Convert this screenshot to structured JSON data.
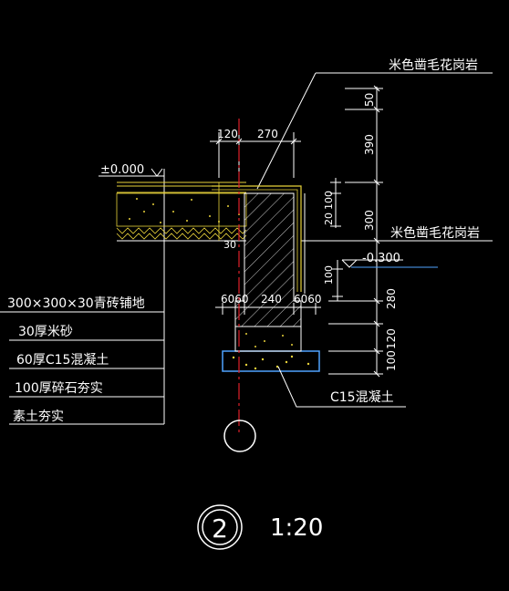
{
  "labels": {
    "granite_top": "米色凿毛花岗岩",
    "granite_side": "米色凿毛花岗岩",
    "elevation_zero": "±0.000",
    "elevation_low": "-0.300",
    "concrete_c15": "C15混凝土"
  },
  "layers": [
    "300×300×30青砖铺地",
    "30厚米砂",
    "60厚C15混凝土",
    "100厚碎石夯实",
    "素土夯实"
  ],
  "dims": {
    "top_120": "120",
    "top_270": "270",
    "right_50": "50",
    "right_390": "390",
    "right_300": "300",
    "right_280": "280",
    "right_120": "120",
    "right_100": "100",
    "mid_20": "20",
    "mid_100": "100",
    "mid_30": "30",
    "mid_100b": "100",
    "bot_6060_left": "6060",
    "bot_240": "240",
    "bot_6060_right": "6060"
  },
  "callout": {
    "number": "2",
    "scale": "1:20"
  },
  "colors": {
    "line": "#ffffff",
    "center_line": "#e0202a",
    "hatch_yellow": "#e8d23a",
    "concrete_blue": "#4fa3ff",
    "leader_white": "#ffffff"
  }
}
